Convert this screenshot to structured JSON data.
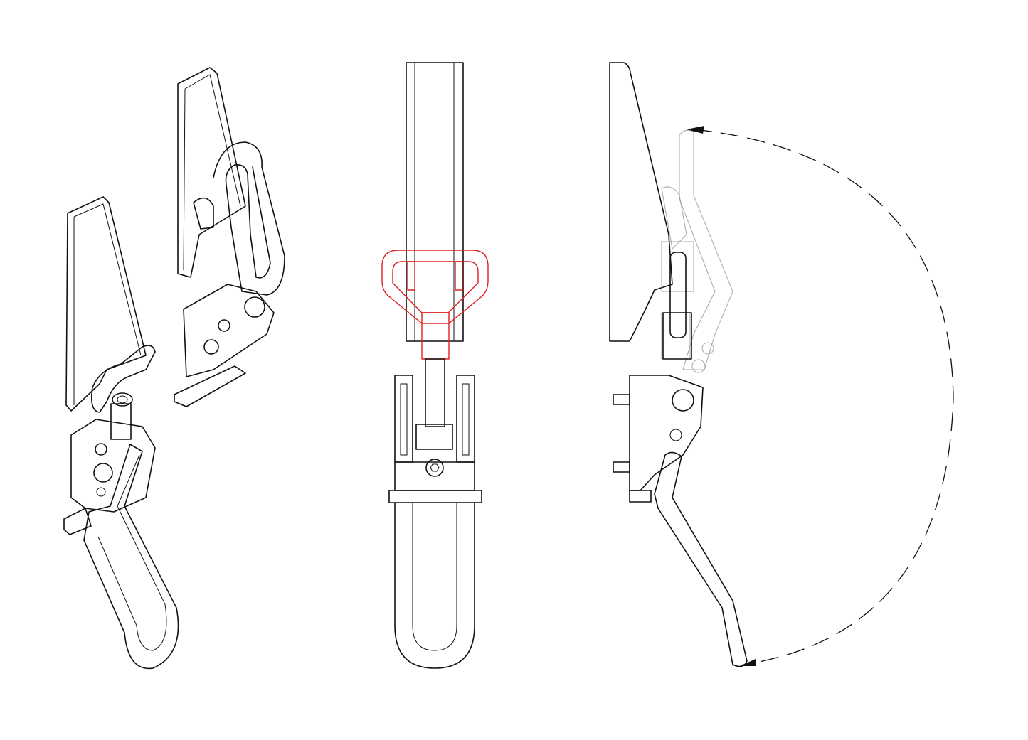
{
  "figure": {
    "type": "technical-line-drawing",
    "views": [
      "isometric-closed",
      "isometric-open",
      "front",
      "side-with-swing"
    ],
    "colors": {
      "line": "#111111",
      "highlight": "#e02020",
      "ghost": "#9a9a9a",
      "background": "#ffffff"
    }
  }
}
